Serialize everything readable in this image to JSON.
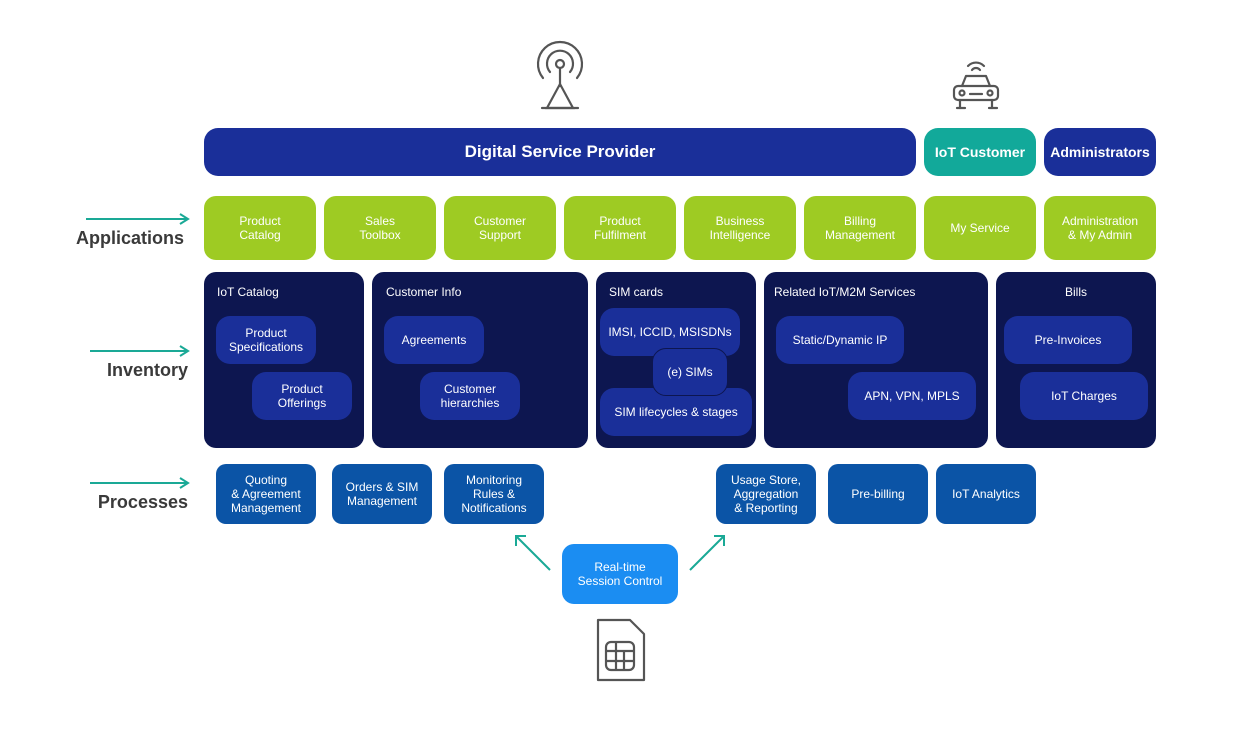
{
  "header": {
    "provider": "Digital Service Provider",
    "customer": "IoT Customer",
    "admins": "Administrators"
  },
  "colors": {
    "navy": "#1a2f99",
    "teal": "#12a99a",
    "green": "#9ecb23",
    "dark_panel": "#0d1650",
    "process_blue": "#0b54a6",
    "realtime_blue": "#1b8df2",
    "arrow_teal": "#1aa996"
  },
  "rows": {
    "applications": "Applications",
    "inventory": "Inventory",
    "processes": "Processes"
  },
  "applications": [
    "Product\nCatalog",
    "Sales\nToolbox",
    "Customer\nSupport",
    "Product\nFulfilment",
    "Business\nIntelligence",
    "Billing\nManagement",
    "My Service",
    "Administration\n& My Admin"
  ],
  "inventory": {
    "iot_catalog": {
      "title": "IoT Catalog",
      "items": [
        "Product\nSpecifications",
        "Product\nOfferings"
      ]
    },
    "customer_info": {
      "title": "Customer Info",
      "items": [
        "Agreements",
        "Customer\nhierarchies"
      ]
    },
    "sim_cards": {
      "title": "SIM cards",
      "items": [
        "IMSI, ICCID, MSISDNs",
        "(e) SIMs",
        "SIM lifecycles & stages"
      ]
    },
    "related": {
      "title": "Related IoT/M2M Services",
      "items": [
        "Static/Dynamic IP",
        "APN, VPN, MPLS"
      ]
    },
    "bills": {
      "title": "Bills",
      "items": [
        "Pre-Invoices",
        "IoT Charges"
      ]
    }
  },
  "processes": [
    "Quoting\n& Agreement\nManagement",
    "Orders & SIM\nManagement",
    "Monitoring\nRules &\nNotifications",
    "Usage Store,\nAggregation\n& Reporting",
    "Pre-billing",
    "IoT Analytics"
  ],
  "realtime": "Real-time\nSession Control",
  "icons": [
    "antenna-tower-icon",
    "connected-car-icon",
    "sim-card-icon"
  ]
}
